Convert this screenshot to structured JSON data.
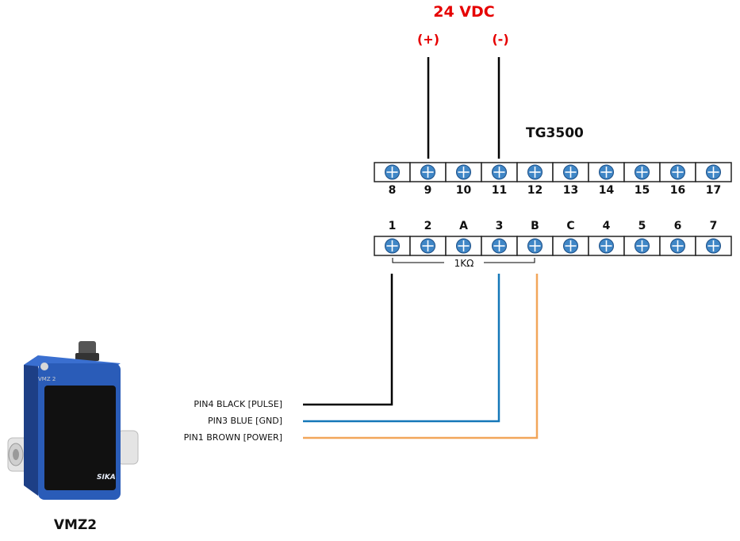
{
  "supply": {
    "title": "24 VDC",
    "positive": "(+)",
    "negative": "(-)"
  },
  "controller": {
    "model": "TG3500",
    "top_row_terminals": [
      "8",
      "9",
      "10",
      "11",
      "12",
      "13",
      "14",
      "15",
      "16",
      "17"
    ],
    "bottom_row_terminals": [
      "1",
      "2",
      "A",
      "3",
      "B",
      "C",
      "4",
      "5",
      "6",
      "7"
    ],
    "resistor_label": "1KΩ"
  },
  "sensor": {
    "name": "VMZ2",
    "face_label": "VMZ 2",
    "brand": "SIKA",
    "wires": [
      {
        "label": "PIN4 BLACK [PULSE]",
        "color": "#000000",
        "terminal": "1"
      },
      {
        "label": "PIN3 BLUE [GND]",
        "color": "#1477b8",
        "terminal": "3"
      },
      {
        "label": "PIN1 BROWN [POWER]",
        "color": "#f2a65a",
        "terminal": "B"
      }
    ]
  },
  "colors": {
    "supply_label": "#e60000",
    "screw": "#3f86c6",
    "sensor_body": "#2a5cb8",
    "sensor_face": "#111111"
  }
}
